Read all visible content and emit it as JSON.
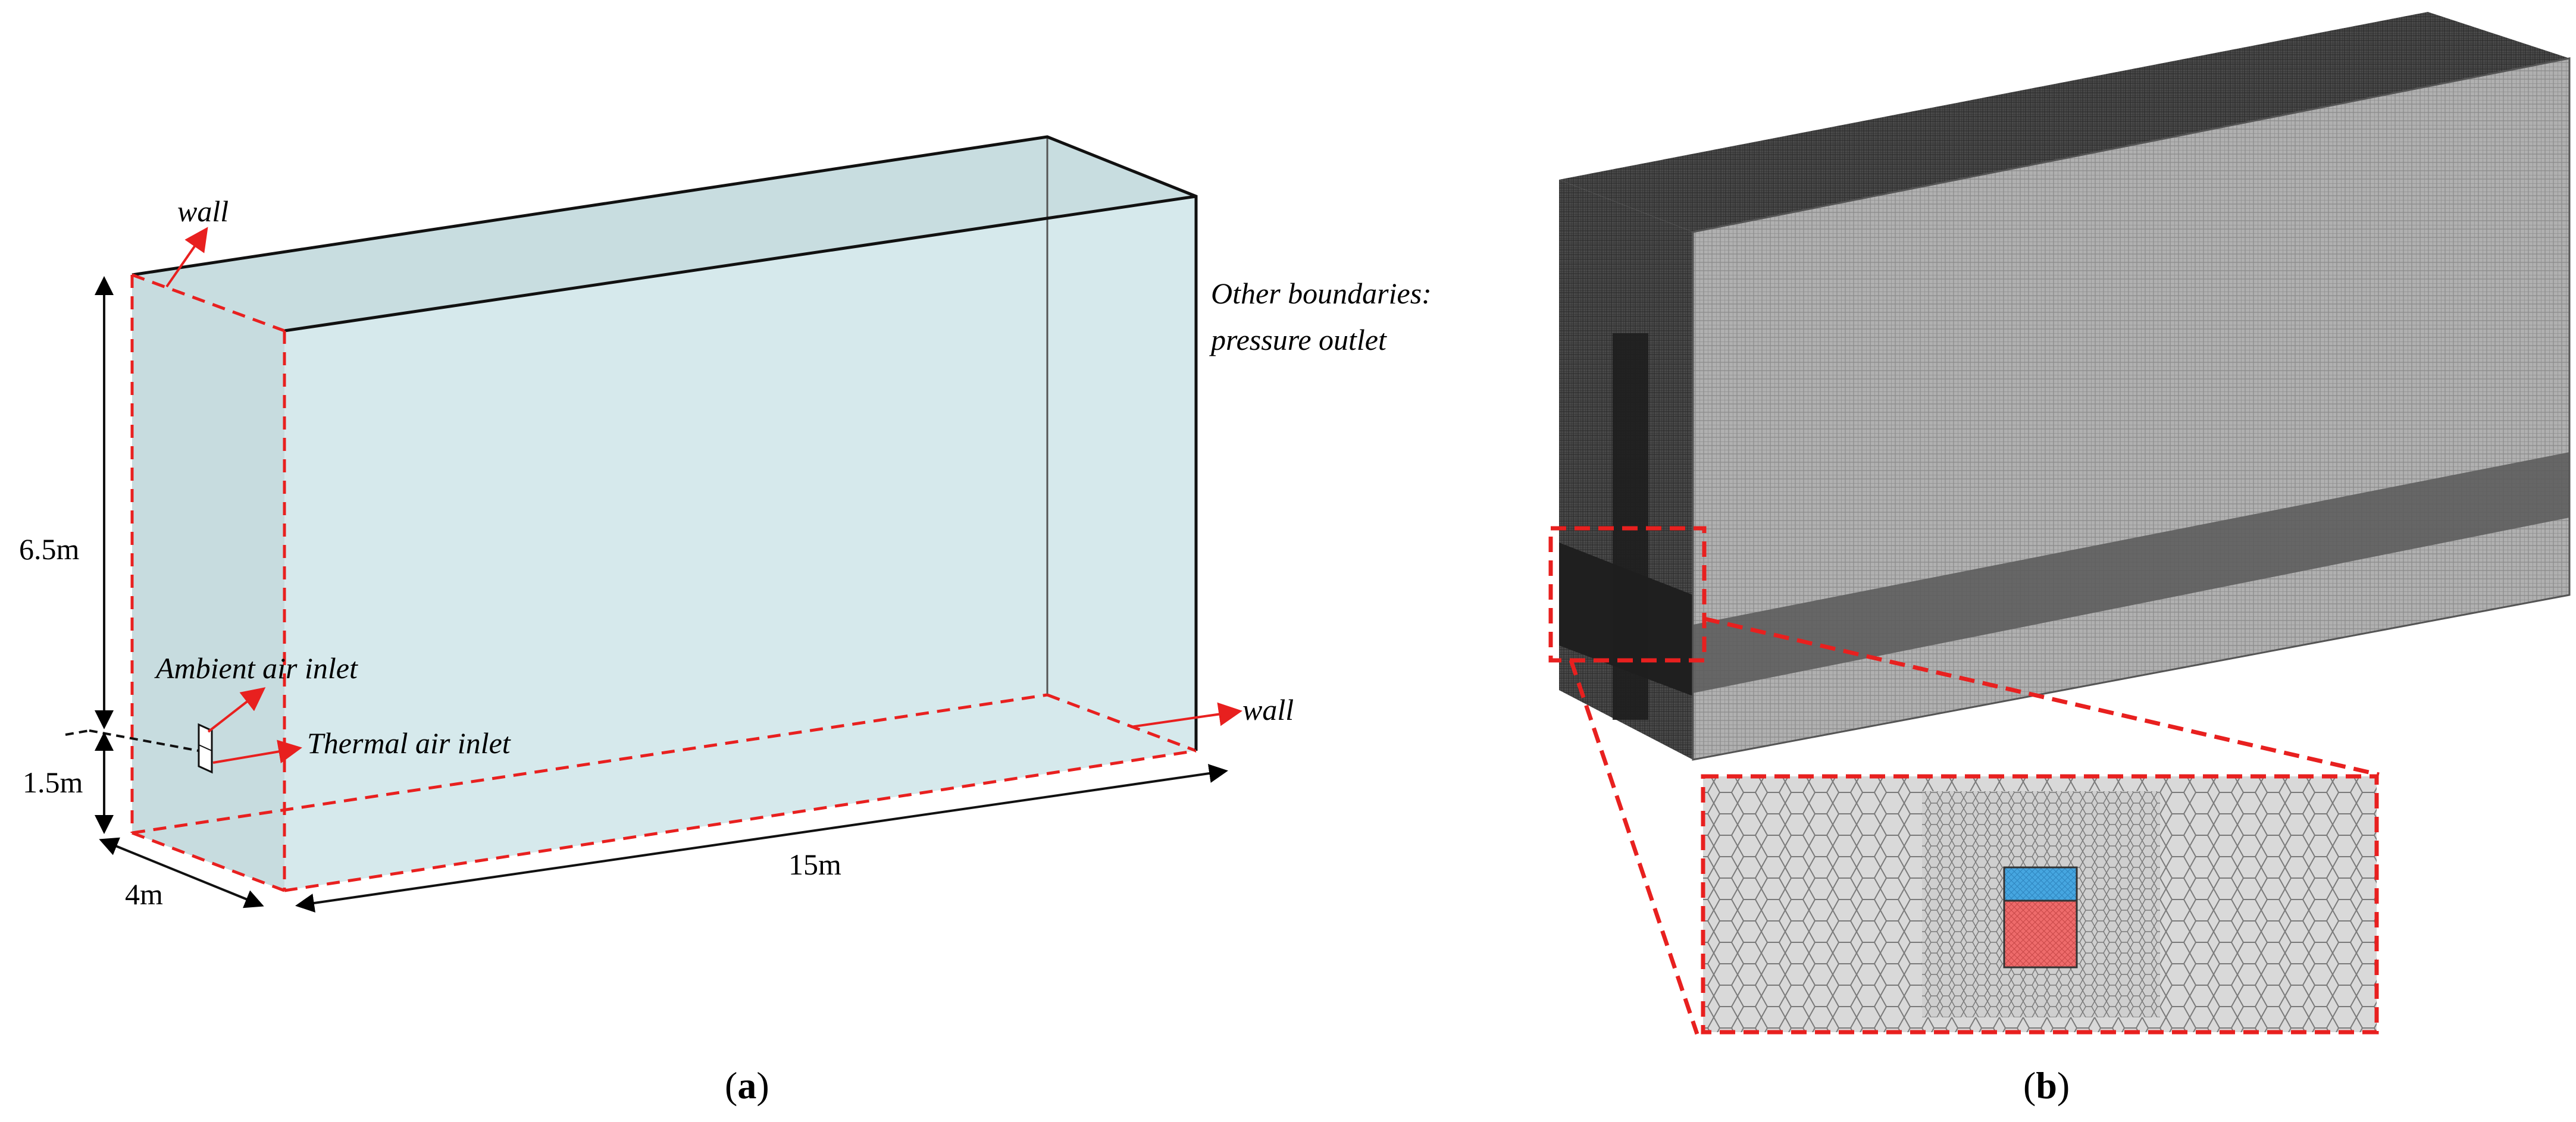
{
  "panel_a": {
    "labels": {
      "wall_top": "wall",
      "wall_right": "wall",
      "other_boundaries_line1": "Other boundaries:",
      "other_boundaries_line2": "pressure outlet",
      "ambient_inlet": "Ambient air inlet",
      "thermal_inlet": "Thermal air inlet",
      "height_upper": "6.5m",
      "height_lower": "1.5m",
      "depth": "4m",
      "length": "15m"
    },
    "caption_open": "(",
    "caption_letter": "a",
    "caption_close": ")"
  },
  "panel_b": {
    "caption_open": "(",
    "caption_letter": "b",
    "caption_close": ")",
    "inlet_colors": {
      "ambient": "#46a6e0",
      "thermal": "#ee6b6b"
    }
  },
  "colors": {
    "box_fill": "#d6e9ec",
    "annotation_red": "#e8201f",
    "mesh_dark": "#3c3c3c",
    "mesh_light": "#a8a8a8"
  }
}
